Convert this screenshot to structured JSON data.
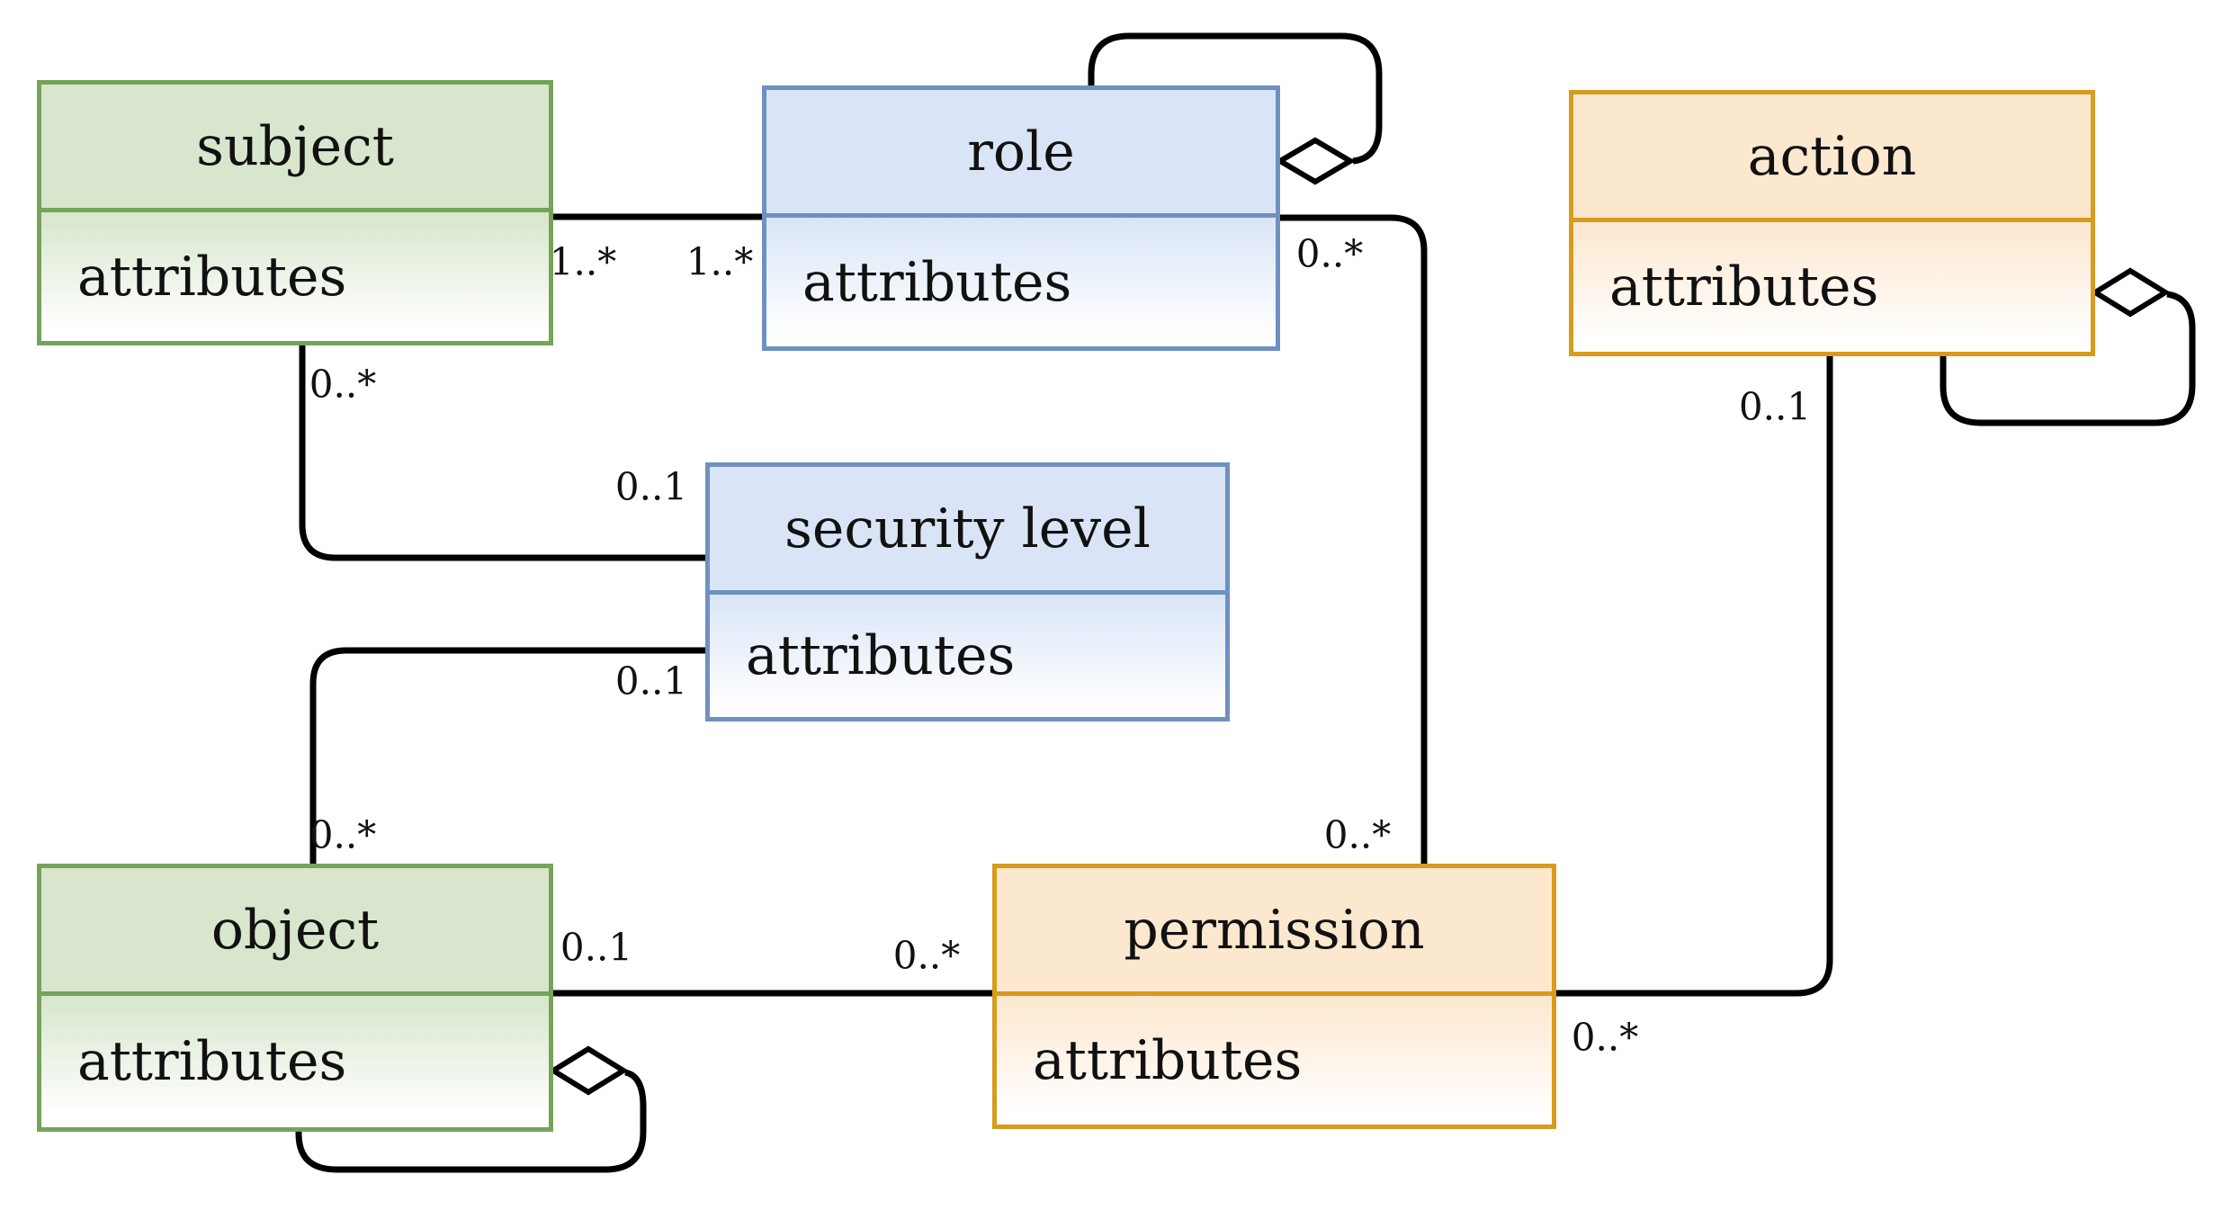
{
  "diagram": {
    "kind": "uml-class-diagram",
    "attributes_label": "attributes"
  },
  "colors": {
    "green_border": "#76A35A",
    "green_fill": "#D7E6CC",
    "blue_border": "#6F90C1",
    "blue_fill": "#D9E5F6",
    "orange_border": "#D79B1E",
    "orange_fill": "#FCE7CF",
    "line_color": "#000000"
  },
  "entities": [
    {
      "name": "subject",
      "attributes_label": "attributes",
      "color": "green"
    },
    {
      "name": "role",
      "attributes_label": "attributes",
      "color": "blue"
    },
    {
      "name": "action",
      "attributes_label": "attributes",
      "color": "orange"
    },
    {
      "name": "security level",
      "attributes_label": "attributes",
      "color": "blue"
    },
    {
      "name": "object",
      "attributes_label": "attributes",
      "color": "green"
    },
    {
      "name": "permission",
      "attributes_label": "attributes",
      "color": "orange"
    }
  ],
  "relationships": [
    {
      "from": "subject",
      "to": "role",
      "from_multiplicity": "1..*",
      "to_multiplicity": "1..*",
      "type": "association"
    },
    {
      "from": "role",
      "to": "permission",
      "from_multiplicity": "0..*",
      "to_multiplicity": "0..*",
      "type": "association"
    },
    {
      "from": "subject",
      "to": "security level",
      "from_multiplicity": "0..*",
      "to_multiplicity": "0..1",
      "type": "association"
    },
    {
      "from": "security level",
      "to": "object",
      "from_multiplicity": "0..1",
      "to_multiplicity": "0..*",
      "type": "association"
    },
    {
      "from": "object",
      "to": "permission",
      "from_multiplicity": "0..1",
      "to_multiplicity": "0..*",
      "type": "association"
    },
    {
      "from": "action",
      "to": "permission",
      "from_multiplicity": "0..1",
      "to_multiplicity": "0..*",
      "type": "association"
    },
    {
      "from": "role",
      "to": "role",
      "type": "self-aggregation"
    },
    {
      "from": "action",
      "to": "action",
      "type": "self-aggregation"
    },
    {
      "from": "object",
      "to": "object",
      "type": "self-aggregation"
    }
  ]
}
